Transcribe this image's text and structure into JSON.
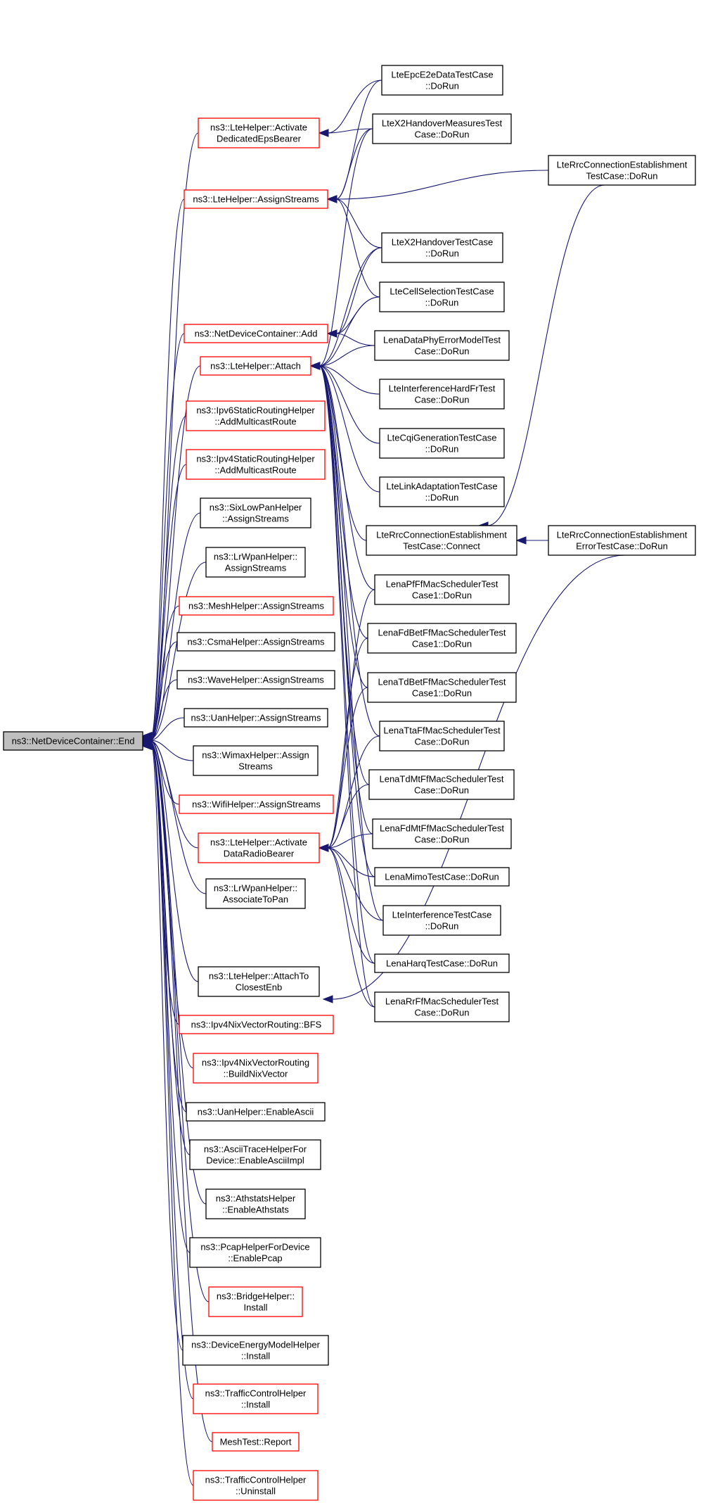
{
  "root": {
    "label": "ns3::NetDeviceContainer::End"
  },
  "callers": [
    {
      "lines": [
        "ns3::LteHelper::Activate",
        "DedicatedEpsBearer"
      ],
      "color": "red"
    },
    {
      "lines": [
        "ns3::LteHelper::AssignStreams"
      ],
      "color": "red"
    },
    {
      "lines": [
        "ns3::NetDeviceContainer::Add"
      ],
      "color": "red"
    },
    {
      "lines": [
        "ns3::LteHelper::Attach"
      ],
      "color": "red"
    },
    {
      "lines": [
        "ns3::Ipv6StaticRoutingHelper",
        "::AddMulticastRoute"
      ],
      "color": "red"
    },
    {
      "lines": [
        "ns3::Ipv4StaticRoutingHelper",
        "::AddMulticastRoute"
      ],
      "color": "red"
    },
    {
      "lines": [
        "ns3::SixLowPanHelper",
        "::AssignStreams"
      ],
      "color": "black"
    },
    {
      "lines": [
        "ns3::LrWpanHelper::",
        "AssignStreams"
      ],
      "color": "black"
    },
    {
      "lines": [
        "ns3::MeshHelper::AssignStreams"
      ],
      "color": "red"
    },
    {
      "lines": [
        "ns3::CsmaHelper::AssignStreams"
      ],
      "color": "black"
    },
    {
      "lines": [
        "ns3::WaveHelper::AssignStreams"
      ],
      "color": "black"
    },
    {
      "lines": [
        "ns3::UanHelper::AssignStreams"
      ],
      "color": "black"
    },
    {
      "lines": [
        "ns3::WimaxHelper::Assign",
        "Streams"
      ],
      "color": "black"
    },
    {
      "lines": [
        "ns3::WifiHelper::AssignStreams"
      ],
      "color": "red"
    },
    {
      "lines": [
        "ns3::LteHelper::Activate",
        "DataRadioBearer"
      ],
      "color": "red"
    },
    {
      "lines": [
        "ns3::LrWpanHelper::",
        "AssociateToPan"
      ],
      "color": "black"
    },
    {
      "lines": [
        "ns3::LteHelper::AttachTo",
        "ClosestEnb"
      ],
      "color": "black"
    },
    {
      "lines": [
        "ns3::Ipv4NixVectorRouting::BFS"
      ],
      "color": "red"
    },
    {
      "lines": [
        "ns3::Ipv4NixVectorRouting",
        "::BuildNixVector"
      ],
      "color": "red"
    },
    {
      "lines": [
        "ns3::UanHelper::EnableAscii"
      ],
      "color": "black"
    },
    {
      "lines": [
        "ns3::AsciiTraceHelperFor",
        "Device::EnableAsciiImpl"
      ],
      "color": "black"
    },
    {
      "lines": [
        "ns3::AthstatsHelper",
        "::EnableAthstats"
      ],
      "color": "black"
    },
    {
      "lines": [
        "ns3::PcapHelperForDevice",
        "::EnablePcap"
      ],
      "color": "black"
    },
    {
      "lines": [
        "ns3::BridgeHelper::",
        "Install"
      ],
      "color": "red"
    },
    {
      "lines": [
        "ns3::DeviceEnergyModelHelper",
        "::Install"
      ],
      "color": "black"
    },
    {
      "lines": [
        "ns3::TrafficControlHelper",
        "::Install"
      ],
      "color": "red"
    },
    {
      "lines": [
        "MeshTest::Report"
      ],
      "color": "red"
    },
    {
      "lines": [
        "ns3::TrafficControlHelper",
        "::Uninstall"
      ],
      "color": "red"
    }
  ],
  "testcases": [
    {
      "lines": [
        "LteEpcE2eDataTestCase",
        "::DoRun"
      ],
      "color": "black"
    },
    {
      "lines": [
        "LteX2HandoverMeasuresTest",
        "Case::DoRun"
      ],
      "color": "black"
    },
    {
      "lines": [
        "LteX2HandoverTestCase",
        "::DoRun"
      ],
      "color": "black"
    },
    {
      "lines": [
        "LteCellSelectionTestCase",
        "::DoRun"
      ],
      "color": "black"
    },
    {
      "lines": [
        "LenaDataPhyErrorModelTest",
        "Case::DoRun"
      ],
      "color": "black"
    },
    {
      "lines": [
        "LteInterferenceHardFrTest",
        "Case::DoRun"
      ],
      "color": "black"
    },
    {
      "lines": [
        "LteCqiGenerationTestCase",
        "::DoRun"
      ],
      "color": "black"
    },
    {
      "lines": [
        "LteLinkAdaptationTestCase",
        "::DoRun"
      ],
      "color": "black"
    },
    {
      "lines": [
        "LteRrcConnectionEstablishment",
        "TestCase::Connect"
      ],
      "color": "black"
    },
    {
      "lines": [
        "LenaPfFfMacSchedulerTest",
        "Case1::DoRun"
      ],
      "color": "black"
    },
    {
      "lines": [
        "LenaFdBetFfMacSchedulerTest",
        "Case1::DoRun"
      ],
      "color": "black"
    },
    {
      "lines": [
        "LenaTdBetFfMacSchedulerTest",
        "Case1::DoRun"
      ],
      "color": "black"
    },
    {
      "lines": [
        "LenaTtaFfMacSchedulerTest",
        "Case::DoRun"
      ],
      "color": "black"
    },
    {
      "lines": [
        "LenaTdMtFfMacSchedulerTest",
        "Case::DoRun"
      ],
      "color": "black"
    },
    {
      "lines": [
        "LenaFdMtFfMacSchedulerTest",
        "Case::DoRun"
      ],
      "color": "black"
    },
    {
      "lines": [
        "LenaMimoTestCase::DoRun"
      ],
      "color": "black"
    },
    {
      "lines": [
        "LteInterferenceTestCase",
        "::DoRun"
      ],
      "color": "black"
    },
    {
      "lines": [
        "LenaHarqTestCase::DoRun"
      ],
      "color": "black"
    },
    {
      "lines": [
        "LenaRrFfMacSchedulerTest",
        "Case::DoRun"
      ],
      "color": "black"
    }
  ],
  "far": [
    {
      "lines": [
        "LteRrcConnectionEstablishment",
        "TestCase::DoRun"
      ],
      "color": "black"
    },
    {
      "lines": [
        "LteRrcConnectionEstablishment",
        "ErrorTestCase::DoRun"
      ],
      "color": "black"
    }
  ],
  "colors": {
    "edge": "#191970",
    "red_border": "#ff0000",
    "root_fill": "#bfbfbf"
  }
}
